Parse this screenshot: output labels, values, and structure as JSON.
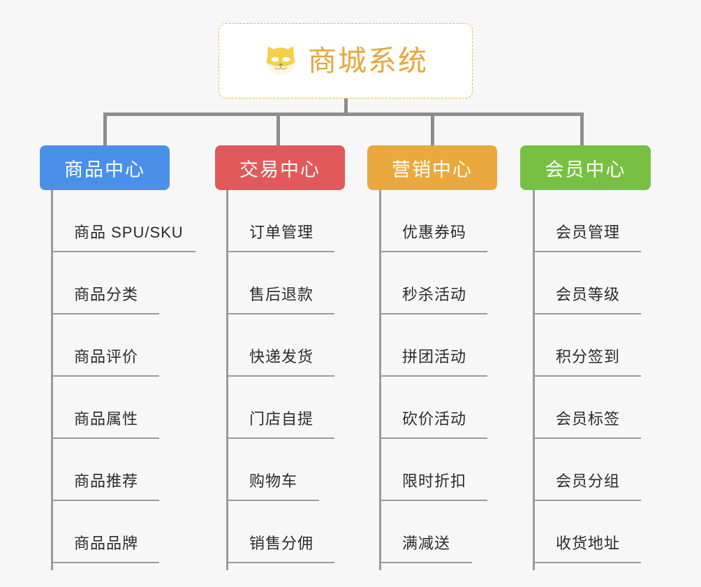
{
  "diagram": {
    "type": "org-tree",
    "background_color": "#f7f7f7",
    "root": {
      "title": "商城系统",
      "icon": "shiba-dog-icon",
      "title_color": "#e5a73c",
      "border_color": "#e9b44c",
      "background_color": "#ffffff"
    },
    "connector_color": "#8d8d8d",
    "branches": [
      {
        "label": "商品中心",
        "color": "#4a90e8",
        "items": [
          "商品 SPU/SKU",
          "商品分类",
          "商品评价",
          "商品属性",
          "商品推荐",
          "商品品牌"
        ]
      },
      {
        "label": "交易中心",
        "color": "#e2595b",
        "items": [
          "订单管理",
          "售后退款",
          "快递发货",
          "门店自提",
          "购物车",
          "销售分佣"
        ]
      },
      {
        "label": "营销中心",
        "color": "#e9a93e",
        "items": [
          "优惠券码",
          "秒杀活动",
          "拼团活动",
          "砍价活动",
          "限时折扣",
          "满减送"
        ]
      },
      {
        "label": "会员中心",
        "color": "#78c043",
        "items": [
          "会员管理",
          "会员等级",
          "积分签到",
          "会员标签",
          "会员分组",
          "收货地址"
        ]
      }
    ]
  }
}
